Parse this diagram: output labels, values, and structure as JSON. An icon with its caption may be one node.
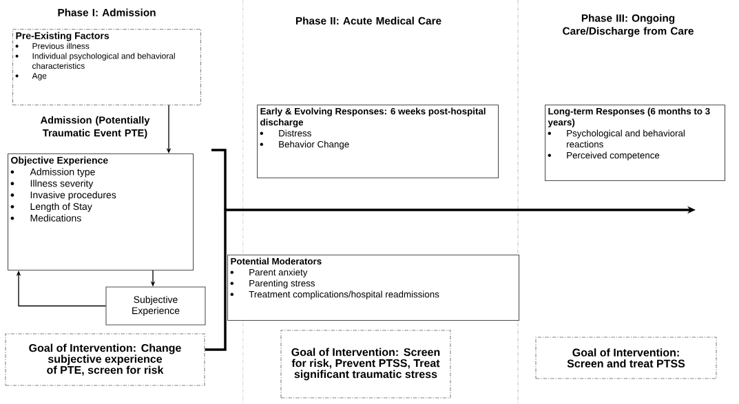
{
  "diagram": {
    "nodes": [
      {
        "text": [
          "Pre-Existing Factors",
          "Previous illness",
          "Individual psychological and behavioral characteristics",
          "Age"
        ]
      },
      {
        "text": [
          "Objective Experience",
          "Admission type",
          "Illness severity",
          "Invasive procedures",
          "Length of Stay",
          "Medications"
        ]
      },
      {
        "text": [
          "Subjective Experience"
        ]
      },
      {
        "text": [
          "Goal of Intervention: Change subjective experience of PTE, screen for risk"
        ]
      },
      {
        "text": [
          "Early & Evolving Responses: 6 weeks post-hospital discharge",
          "Distress",
          "Behavior Change"
        ]
      },
      {
        "text": [
          "Long-term Responses (6 months to 3 years)",
          "Psychological and behavioral reactions",
          "Perceived competence"
        ]
      },
      {
        "text": [
          "Potential Moderators",
          "Parent anxiety",
          "Parenting stress",
          "Treatment complications/hospital readmissions"
        ]
      },
      {
        "text": [
          "Goal of Intervention: Screen for risk, Prevent PTSS, Treat significant traumatic stress"
        ]
      },
      {
        "text": [
          "Goal of Intervention: Screen and treat PTSS"
        ]
      }
    ],
    "edges": [
      {
        "from": 0,
        "to": 1,
        "arrow": "to",
        "label": "Admission (Potentially Traumatic Event PTE)"
      },
      {
        "from": 1,
        "to": 2,
        "arrow": "to"
      },
      {
        "from": 2,
        "to": 1,
        "arrow": "to"
      },
      {
        "from": 3,
        "to": null,
        "arrow": "to",
        "style": "thick"
      }
    ],
    "labels": [
      "Phase I: Admission",
      "Phase II: Acute Medical Care",
      "Phase III: Ongoing Care/Discharge from Care"
    ]
  }
}
